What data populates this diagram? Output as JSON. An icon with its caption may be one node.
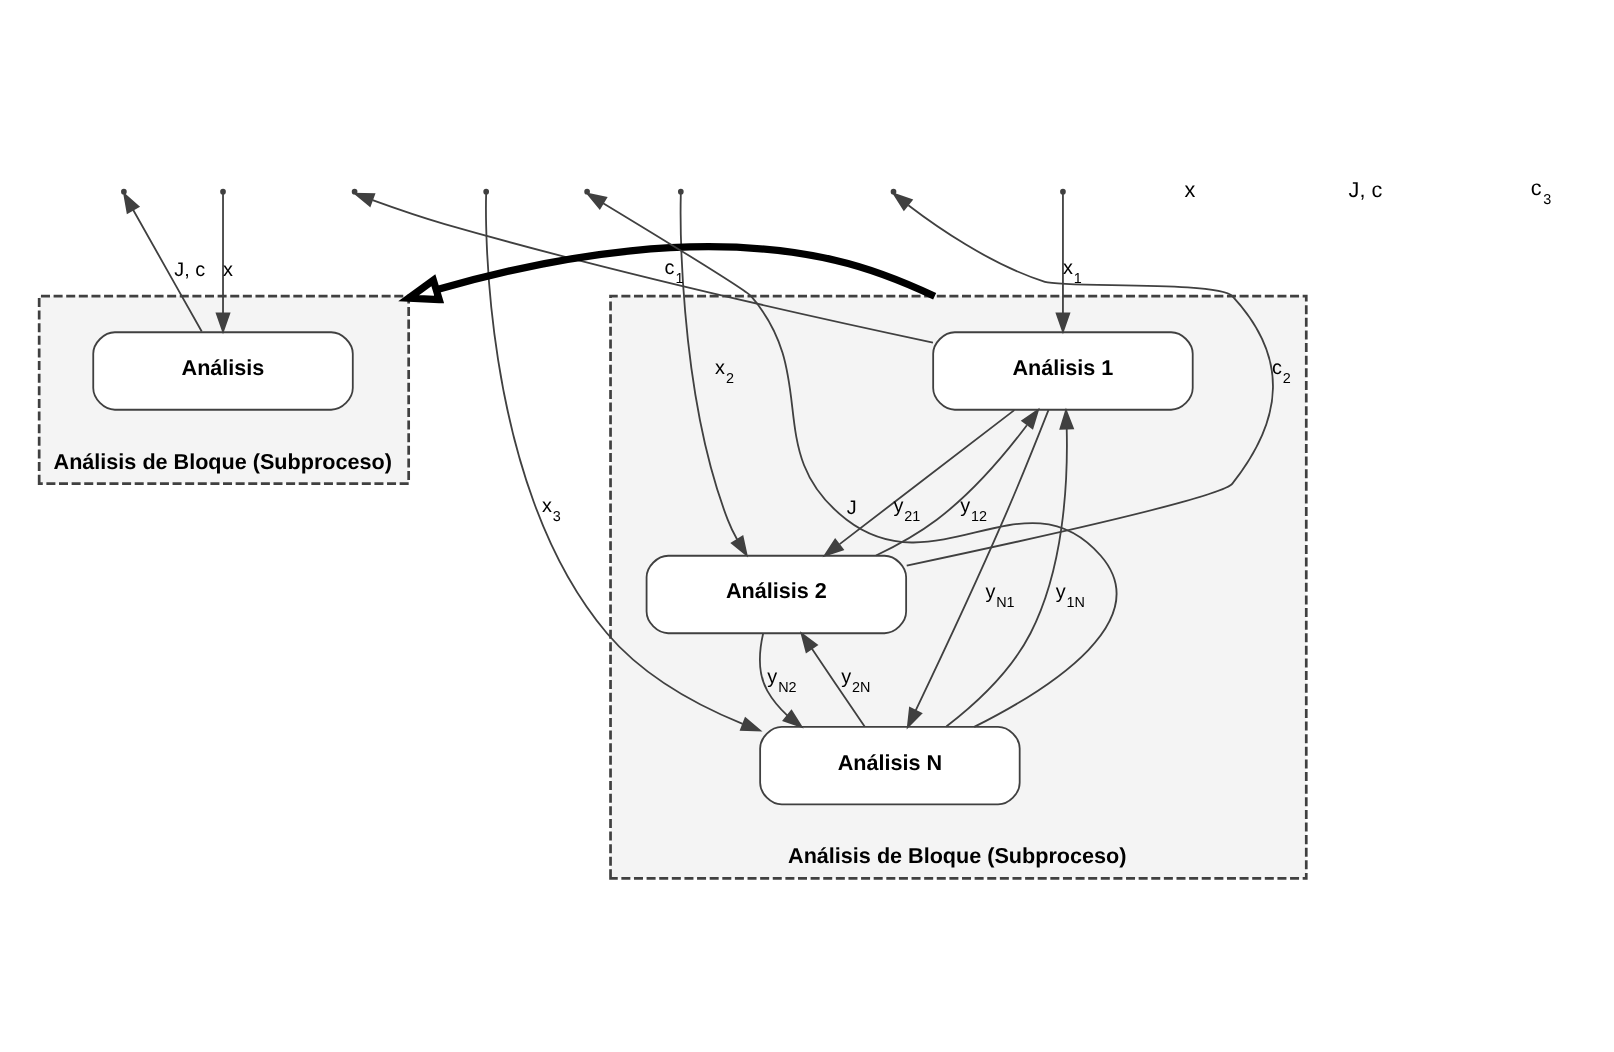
{
  "diagram": {
    "nodes": [
      {
        "text": [
          "Análisis de Bloque (Subproceso)"
        ]
      },
      {
        "text": [
          "Análisis"
        ],
        "in": 0
      },
      {
        "text": [
          "Análisis de Bloque (Subproceso)"
        ]
      },
      {
        "text": [
          "Análisis 1"
        ],
        "in": 2
      },
      {
        "text": [
          "Análisis 2"
        ],
        "in": 2
      },
      {
        "text": [
          "Análisis N"
        ],
        "in": 2
      }
    ],
    "edges": [
      {
        "from": 1,
        "to": null,
        "arrow": "to",
        "label": "J, c"
      },
      {
        "from": null,
        "to": 1,
        "arrow": "to",
        "label": "x"
      },
      {
        "from": 3,
        "to": null,
        "arrow": "to",
        "label": "c$_{1}$"
      },
      {
        "from": 4,
        "to": null,
        "arrow": "to",
        "label": "c$_{2}$"
      },
      {
        "from": 5,
        "to": null,
        "arrow": "to",
        "label": "J"
      },
      {
        "from": null,
        "to": 3,
        "arrow": "to",
        "label": "x$_{1}$"
      },
      {
        "from": null,
        "to": 4,
        "arrow": "to",
        "label": "x$_{2}$"
      },
      {
        "from": null,
        "to": 5,
        "arrow": "to",
        "label": "x$_{3}$"
      },
      {
        "from": 3,
        "to": 4,
        "arrow": "to",
        "label": "y$_{21}$"
      },
      {
        "from": 4,
        "to": 3,
        "arrow": "to",
        "label": "y$_{12}$"
      },
      {
        "from": 4,
        "to": 5,
        "arrow": "to",
        "label": "y$_{N2}$"
      },
      {
        "from": 5,
        "to": 4,
        "arrow": "to",
        "label": "y$_{2N}$"
      },
      {
        "from": 3,
        "to": 5,
        "arrow": "to",
        "label": "y$_{N1}$"
      },
      {
        "from": 5,
        "to": 3,
        "arrow": "to",
        "label": "y$_{1N}$"
      },
      {
        "from": 2,
        "to": 0,
        "arrow": "to",
        "style": "thick"
      }
    ],
    "labels": [
      "x",
      "J, c",
      "c$_{3}$"
    ]
  }
}
